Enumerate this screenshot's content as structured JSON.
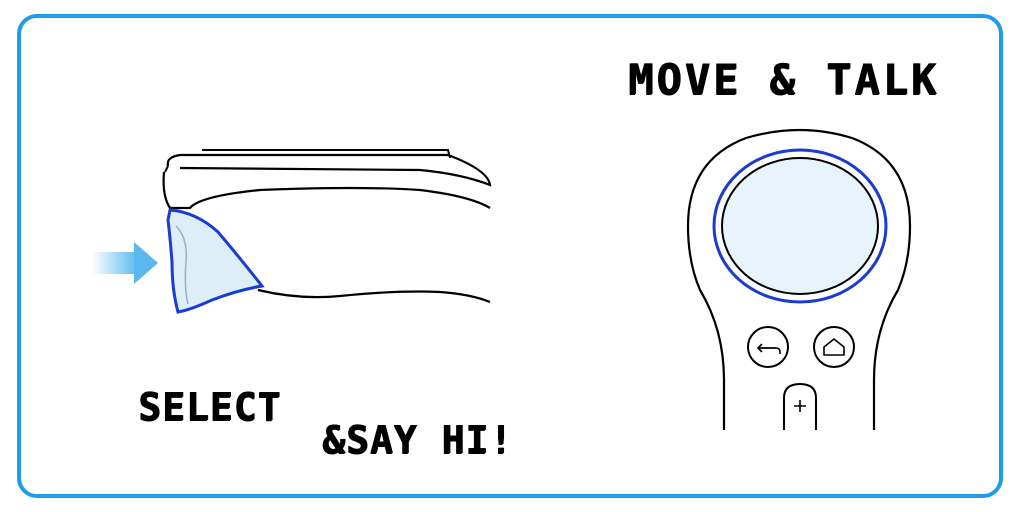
{
  "panel": {
    "heading": "MOVE & TALK",
    "caption_line1": "SELECT",
    "caption_line2": "&SAY HI!"
  },
  "colors": {
    "frame_border": "#1f9ce8",
    "accent_blue": "#1a3ccf",
    "touchpad_fill": "#e8f4fb",
    "trigger_fill": "#ddeef8",
    "arrow_blue": "#6cc3f0"
  },
  "icons": [
    "right-arrow-icon",
    "trigger-icon",
    "touchpad-icon",
    "back-icon",
    "home-icon",
    "plus-icon"
  ]
}
